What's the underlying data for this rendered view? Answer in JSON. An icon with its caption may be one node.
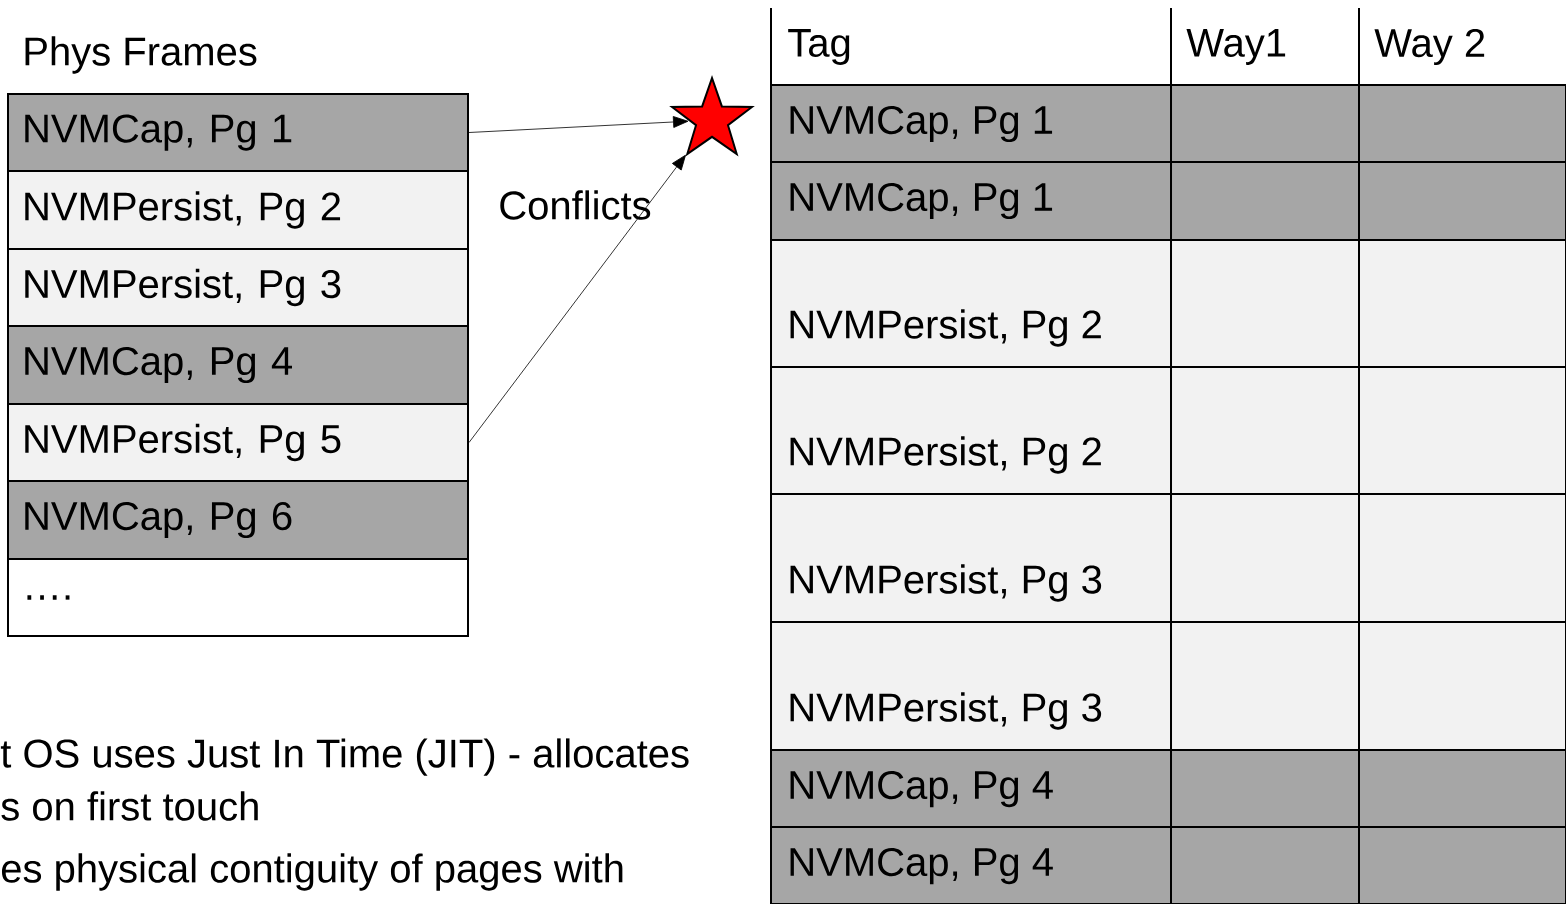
{
  "diagram": {
    "nodes": [
      {
        "text": [
          "NVMCap, Pg 1"
        ]
      },
      {
        "text": [
          "NVMPersist, Pg 2"
        ]
      },
      {
        "text": [
          "NVMPersist, Pg 3"
        ]
      },
      {
        "text": [
          "NVMCap, Pg 4"
        ]
      },
      {
        "text": [
          "NVMPersist, Pg 5"
        ]
      },
      {
        "text": [
          "NVMCap, Pg 6"
        ]
      },
      {
        "text": [
          "…."
        ]
      },
      {
        "text": [],
        "shape": "star"
      }
    ],
    "edges": [
      {
        "from": 0,
        "to": 7,
        "arrow": "to"
      },
      {
        "from": 4,
        "to": 7,
        "arrow": "to"
      }
    ],
    "labels": [
      "Phys Frames",
      "Conflicts",
      "Tag",
      "Way1",
      "Way 2",
      "NVMCap, Pg 1",
      "NVMCap, Pg 1",
      "NVMPersist, Pg 2",
      "NVMPersist, Pg 2",
      "NVMPersist, Pg 3",
      "NVMPersist, Pg 3",
      "NVMCap, Pg 4",
      "NVMCap, Pg 4",
      "t OS uses Just In Time (JIT) - allocates",
      "s on first touch",
      "es physical contiguity of pages with"
    ]
  }
}
